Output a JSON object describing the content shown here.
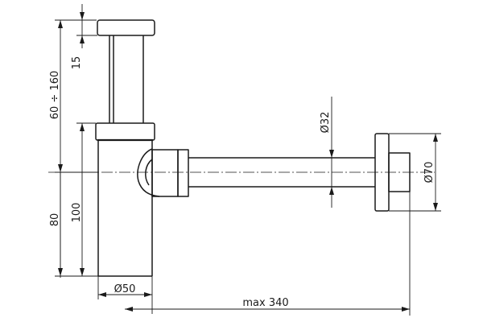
{
  "dimensions": {
    "height_range": "60 ÷ 160",
    "cap_height": "15",
    "body_height": "100",
    "outlet_height": "80",
    "body_diameter": "Ø50",
    "outlet_length": "max 340",
    "pipe_diameter": "Ø32",
    "flange_diameter": "Ø70"
  }
}
